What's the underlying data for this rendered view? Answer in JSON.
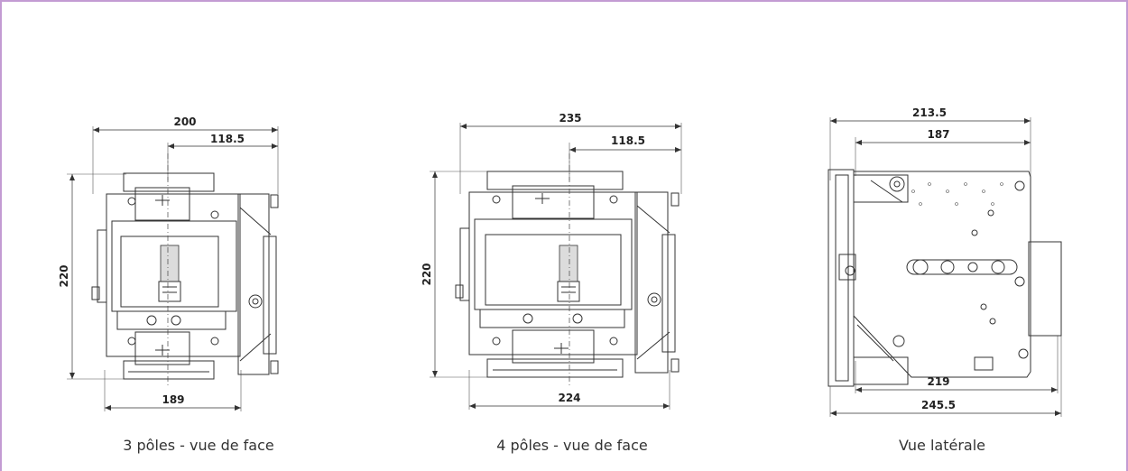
{
  "captions": {
    "front_3": "3 pôles - vue de face",
    "front_4": "4 pôles - vue de face",
    "side": "Vue latérale"
  },
  "dims": {
    "front_3": {
      "width_total": "200",
      "width_offset": "118.5",
      "height": "220",
      "width_bottom": "189"
    },
    "front_4": {
      "width_total": "235",
      "width_offset": "118.5",
      "height": "220",
      "width_bottom": "224"
    },
    "side": {
      "top_total": "213.5",
      "top_inner": "187",
      "bottom_inner": "219",
      "bottom_total": "245.5"
    }
  }
}
